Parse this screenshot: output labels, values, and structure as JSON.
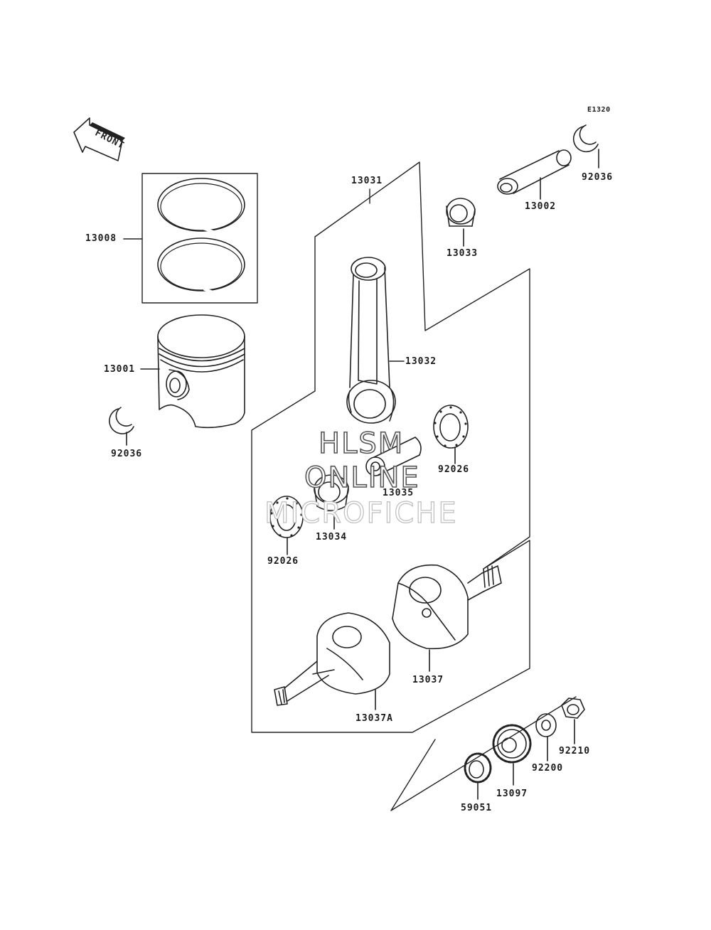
{
  "figure_code": "E1320",
  "front_label": "FRONT",
  "watermark": {
    "line1": "HLSM",
    "line2": "ONLINE",
    "line3": "MICROFICHE"
  },
  "parts": [
    {
      "id": "p13031",
      "no": "13031"
    },
    {
      "id": "p13032",
      "no": "13032"
    },
    {
      "id": "p13033",
      "no": "13033"
    },
    {
      "id": "p13002",
      "no": "13002"
    },
    {
      "id": "p92036a",
      "no": "92036"
    },
    {
      "id": "p13008",
      "no": "13008"
    },
    {
      "id": "p13001",
      "no": "13001"
    },
    {
      "id": "p92036b",
      "no": "92036"
    },
    {
      "id": "p92026a",
      "no": "92026"
    },
    {
      "id": "p13035",
      "no": "13035"
    },
    {
      "id": "p13034",
      "no": "13034"
    },
    {
      "id": "p92026b",
      "no": "92026"
    },
    {
      "id": "p13037",
      "no": "13037"
    },
    {
      "id": "p13037A",
      "no": "13037A"
    },
    {
      "id": "p92210",
      "no": "92210"
    },
    {
      "id": "p92200",
      "no": "92200"
    },
    {
      "id": "p13097",
      "no": "13097"
    },
    {
      "id": "p59051",
      "no": "59051"
    }
  ]
}
